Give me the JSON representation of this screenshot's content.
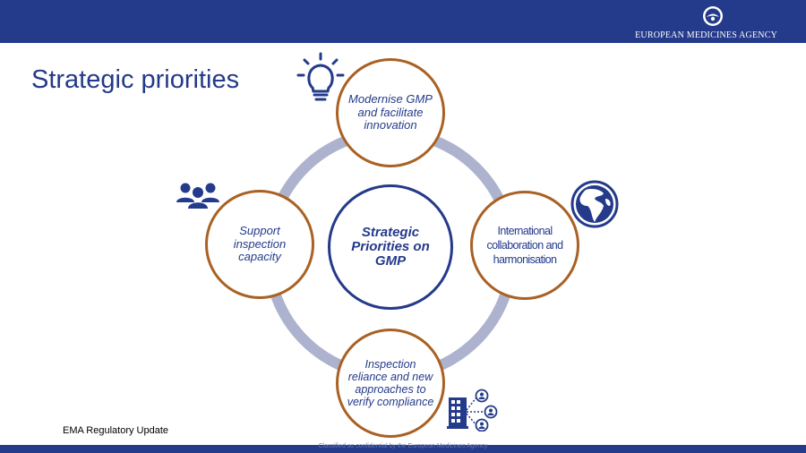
{
  "header": {
    "agency_name": "EUROPEAN MEDICINES AGENCY",
    "logo_icon": "ema-logo-icon"
  },
  "page_title": "Strategic priorities",
  "diagram": {
    "center": "Strategic Priorities on GMP",
    "nodes": [
      {
        "text": "Modernise GMP and facilitate innovation",
        "icon": "lightbulb-icon"
      },
      {
        "text": "International collaboration and harmonisation",
        "icon": "globe-icon"
      },
      {
        "text": "Inspection reliance and new approaches to verify compliance",
        "icon": "network-building-icon"
      },
      {
        "text": "Support inspection capacity",
        "icon": "people-group-icon"
      }
    ],
    "colors": {
      "navy": "#243a8a",
      "ring": "#adb3ce",
      "node_border": "#a96124"
    }
  },
  "footer": {
    "label": "EMA Regulatory Update",
    "classification": "Classified as confidential by the European Medicines Agency"
  }
}
